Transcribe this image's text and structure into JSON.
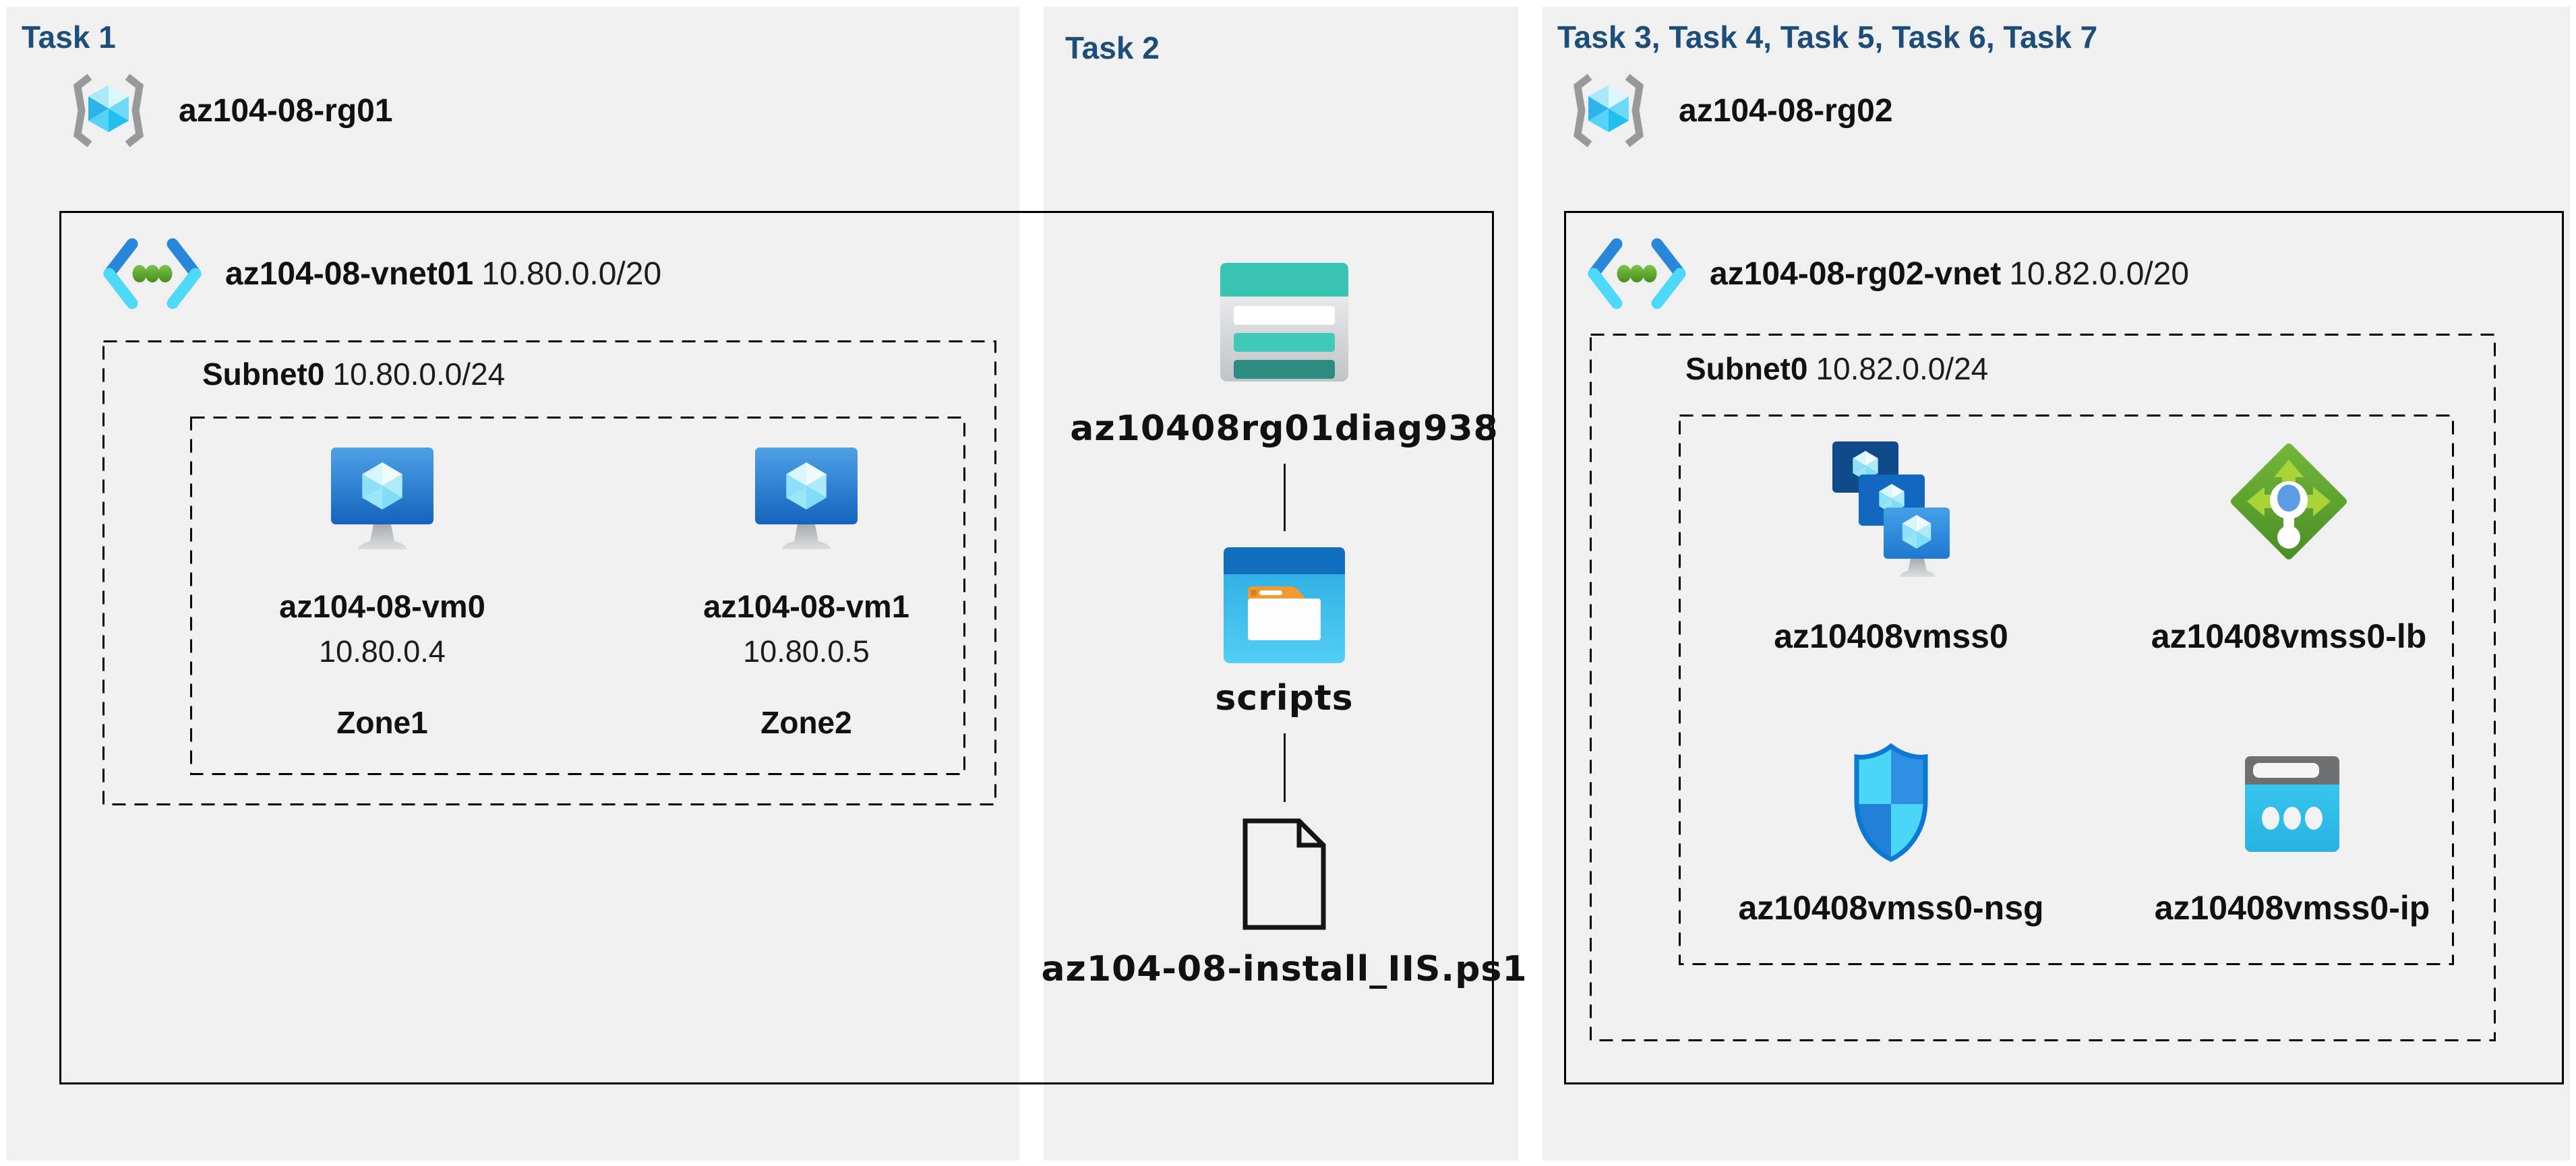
{
  "colors": {
    "background": "#ffffff",
    "panel": "#f0f0f1",
    "title_navy": "#1d4e79",
    "border": "#000000",
    "vm_blue": "#1463be",
    "storage_teal": "#39c3b2",
    "lb_green": "#5ba02e",
    "ip_cyan": "#35c8ef"
  },
  "task1": {
    "title": "Task 1",
    "resource_group": {
      "name": "az104-08-rg01"
    },
    "vnet": {
      "name": "az104-08-vnet01",
      "cidr": "10.80.0.0/20"
    },
    "subnet": {
      "name": "Subnet0",
      "cidr": "10.80.0.0/24"
    },
    "vms": [
      {
        "name": "az104-08-vm0",
        "ip": "10.80.0.4",
        "zone": "Zone1"
      },
      {
        "name": "az104-08-vm1",
        "ip": "10.80.0.5",
        "zone": "Zone2"
      }
    ]
  },
  "task2": {
    "title": "Task 2",
    "storage_account": {
      "name": "az10408rg01diag938"
    },
    "container": {
      "name": "scripts"
    },
    "file": {
      "name": "az104-08-install_IIS.ps1"
    }
  },
  "task3": {
    "title": "Task 3, Task 4, Task 5, Task 6, Task 7",
    "resource_group": {
      "name": "az104-08-rg02"
    },
    "vnet": {
      "name": "az104-08-rg02-vnet",
      "cidr": "10.82.0.0/20"
    },
    "subnet": {
      "name": "Subnet0",
      "cidr": "10.82.0.0/24"
    },
    "vmss": {
      "name": "az10408vmss0"
    },
    "load_balancer": {
      "name": "az10408vmss0-lb"
    },
    "nsg": {
      "name": "az10408vmss0-nsg"
    },
    "public_ip": {
      "name": "az10408vmss0-ip"
    }
  }
}
